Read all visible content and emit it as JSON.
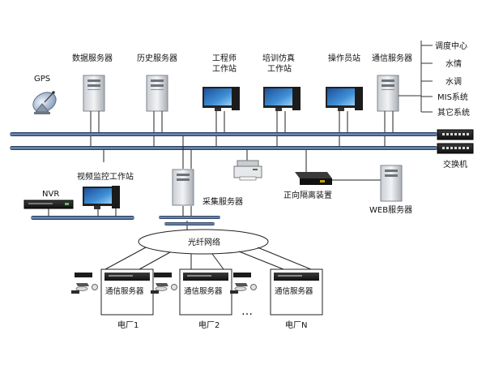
{
  "servers_top": {
    "gps": "GPS",
    "data_server": "数据服务器",
    "history_server": "历史服务器",
    "engineer_ws_line1": "工程师",
    "engineer_ws_line2": "工作站",
    "training_ws_line1": "培训仿真",
    "training_ws_line2": "工作站",
    "operator_ws": "操作员站",
    "comm_server": "通信服务器"
  },
  "external_systems": [
    "调度中心",
    "水情",
    "水调",
    "MIS系统",
    "其它系统"
  ],
  "switch_label": "交换机",
  "middle": {
    "nvr": "NVR",
    "video_ws": "视频监控工作站",
    "collect_server": "采集服务器",
    "isolation_device": "正向隔离装置",
    "web_server": "WEB服务器"
  },
  "network": {
    "fiber_network": "光纤网络"
  },
  "plants": [
    {
      "name": "电厂1",
      "server": "通信服务器"
    },
    {
      "name": "电厂2",
      "server": "通信服务器"
    },
    {
      "name": "电厂N",
      "server": "通信服务器"
    }
  ],
  "ellipsis": "…"
}
